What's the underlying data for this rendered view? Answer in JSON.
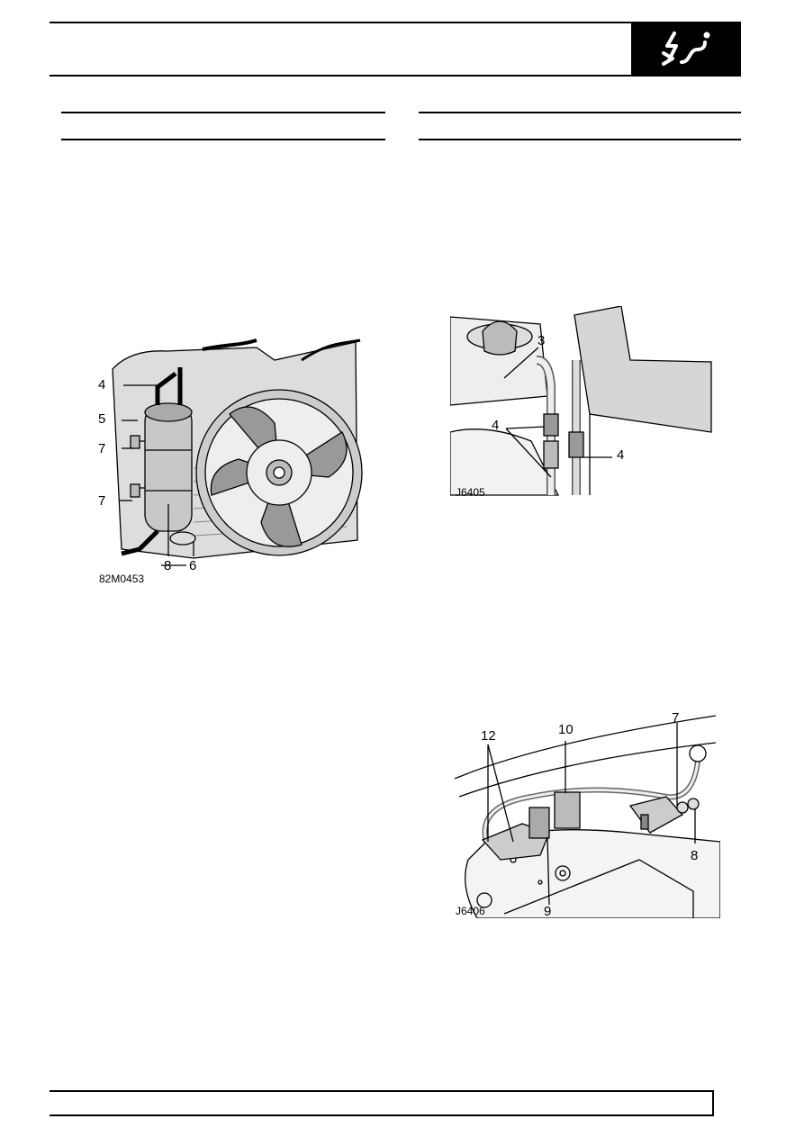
{
  "header": {
    "section_icon": "air-conditioning-icon"
  },
  "figures": [
    {
      "id": "fig1",
      "code": "82M0453",
      "callouts": [
        "4",
        "5",
        "7",
        "7",
        "8",
        "6"
      ]
    },
    {
      "id": "fig2",
      "code": "J6405",
      "callouts": [
        "3",
        "4",
        "4"
      ]
    },
    {
      "id": "fig3",
      "code": "J6406",
      "callouts": [
        "12",
        "10",
        "7",
        "8",
        "9"
      ]
    }
  ]
}
